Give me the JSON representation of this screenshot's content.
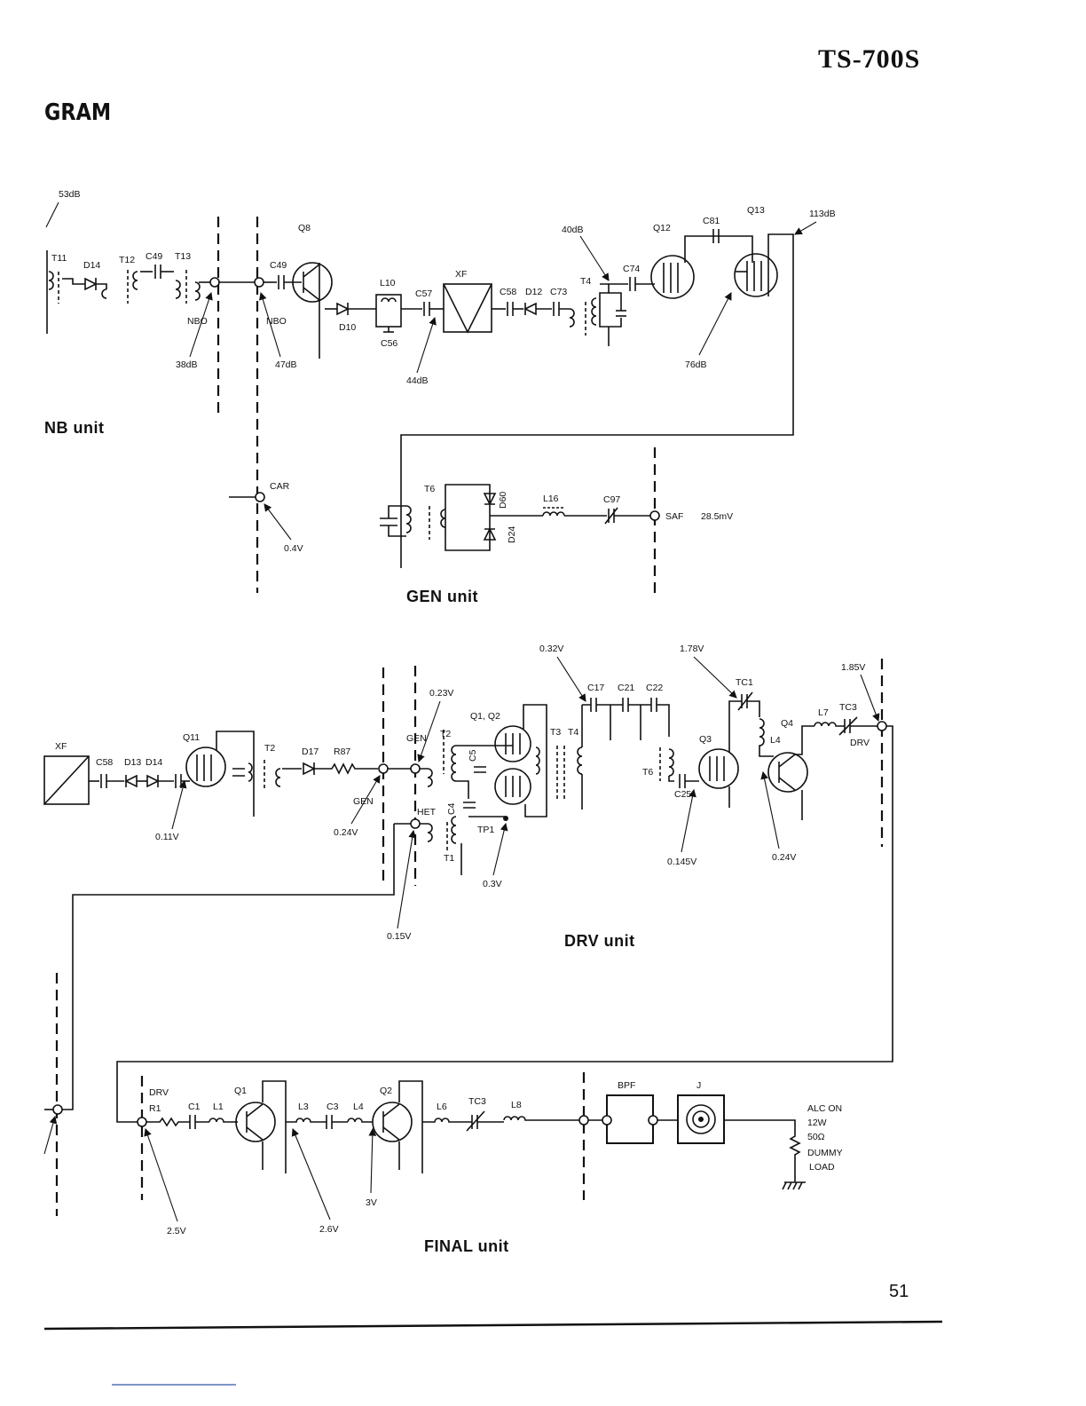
{
  "header": {
    "model": "TS-700S",
    "section": "GRAM",
    "page_number": "51"
  },
  "units": {
    "nb": "NB unit",
    "gen": "GEN unit",
    "drv": "DRV unit",
    "final": "FINAL unit"
  },
  "nb_section": {
    "components": {
      "t11": "T11",
      "d14": "D14",
      "t12": "T12",
      "c49a": "C49",
      "t13": "T13",
      "c49b": "C49",
      "q8": "Q8",
      "l10": "L10",
      "d10": "D10",
      "c56": "C56",
      "c57": "C57",
      "xf": "XF",
      "c58": "C58",
      "d12": "D12",
      "c73": "C73",
      "t4": "T4",
      "c74": "C74",
      "q12": "Q12",
      "c81": "C81",
      "q13": "Q13"
    },
    "ports": {
      "nbo1": "NBO",
      "nbo2": "NBO",
      "car": "CAR"
    },
    "levels": {
      "in": "53dB",
      "nbo1": "38dB",
      "nbo2": "47dB",
      "c57": "44dB",
      "t4": "40dB",
      "q13": "76dB",
      "out": "113dB",
      "car": "0.4V"
    }
  },
  "gen_section": {
    "components": {
      "t6": "T6",
      "d60": "D60",
      "d24": "D24",
      "l16": "L16",
      "c97": "C97"
    },
    "port": "SAF",
    "level": "28.5mV"
  },
  "drv_section": {
    "components": {
      "xf": "XF",
      "c58": "C58",
      "d13": "D13",
      "d14": "D14",
      "q11": "Q11",
      "t2a": "T2",
      "d17": "D17",
      "r87": "R87",
      "t2b": "T2",
      "q1q2": "Q1, Q2",
      "c5": "C5",
      "c4": "C4",
      "t1": "T1",
      "tp1": "TP1",
      "t3": "T3",
      "t4": "T4",
      "c17": "C17",
      "c21": "C21",
      "c22": "C22",
      "t6": "T6",
      "c25": "C25",
      "q3": "Q3",
      "tc1": "TC1",
      "l4": "L4",
      "q4": "Q4",
      "l7": "L7",
      "tc3": "TC3"
    },
    "ports": {
      "gen1": "GEN",
      "gen2": "GEN",
      "het": "HET",
      "drv": "DRV"
    },
    "levels": {
      "q11": "0.11V",
      "gen1": "0.24V",
      "gen2": "0.23V",
      "het": "0.15V",
      "tp1": "0.3V",
      "c17": "0.32V",
      "tc1": "1.78V",
      "out": "1.85V",
      "c25": "0.145V",
      "q4": "0.24V"
    }
  },
  "final_section": {
    "components": {
      "r1": "R1",
      "c1": "C1",
      "l1": "L1",
      "q1": "Q1",
      "l3": "L3",
      "c3": "C3",
      "l4": "L4",
      "q2": "Q2",
      "l6": "L6",
      "tc3": "TC3",
      "l8": "L8",
      "bpf": "BPF",
      "j": "J"
    },
    "ports": {
      "drv": "DRV"
    },
    "levels": {
      "in": "2.5V",
      "l3": "2.6V",
      "q2": "3V"
    },
    "load": {
      "alc": "ALC ON",
      "power": "12W",
      "impedance": "50Ω",
      "dummy": "DUMMY",
      "load": "LOAD"
    }
  }
}
